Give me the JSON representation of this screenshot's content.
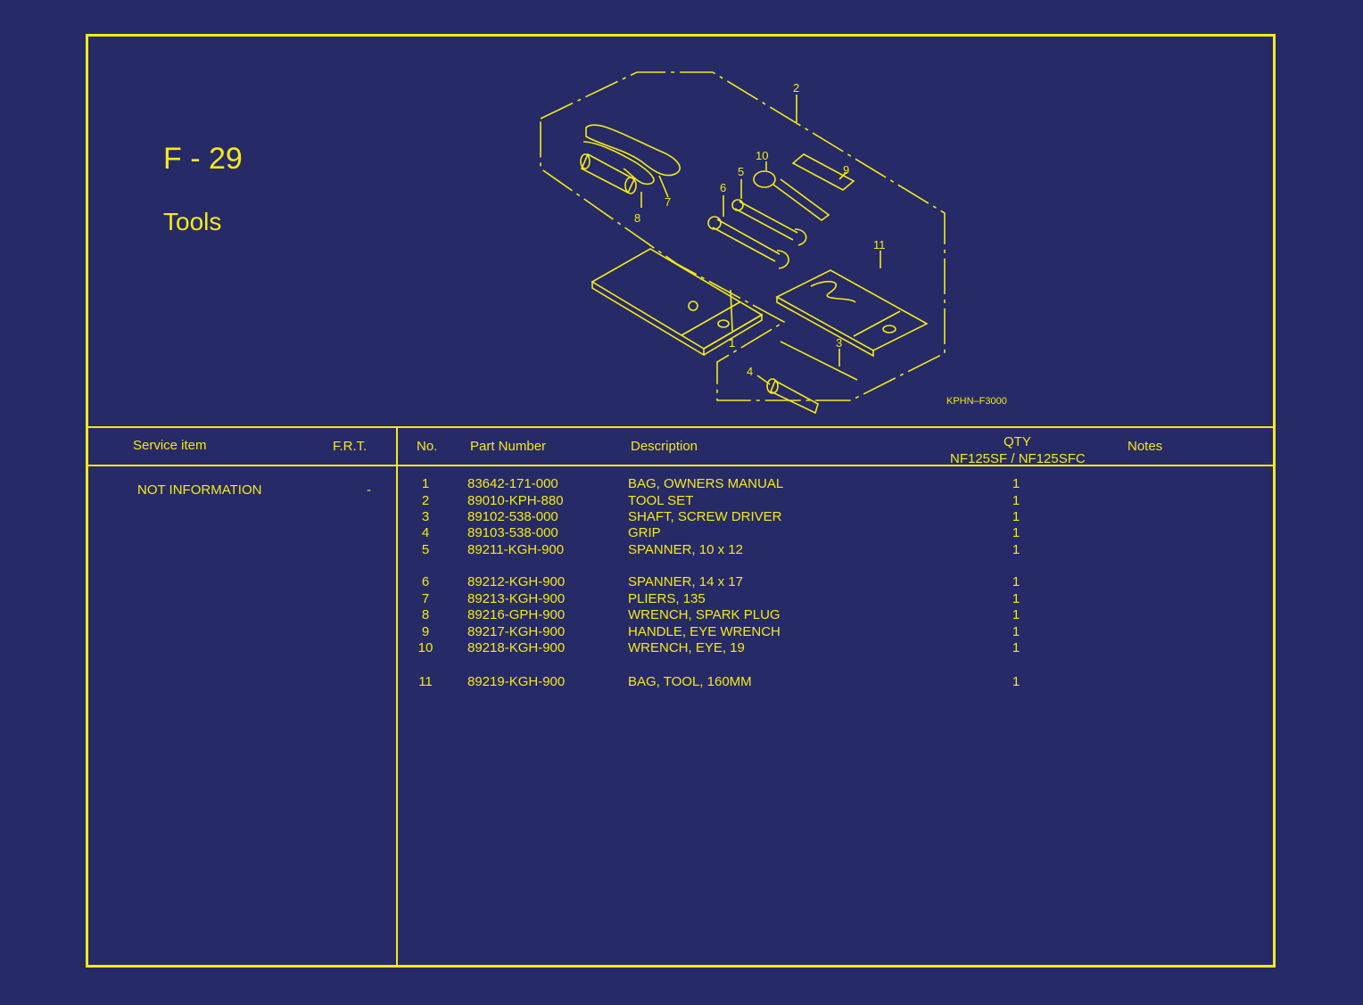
{
  "header": {
    "code": "F - 29",
    "title": "Tools",
    "diagram_ref": "KPHN–F3000"
  },
  "diagram_callouts": [
    "1",
    "2",
    "3",
    "4",
    "5",
    "6",
    "7",
    "8",
    "9",
    "10",
    "11"
  ],
  "table": {
    "columns": {
      "service_item": "Service item",
      "frt": "F.R.T.",
      "no": "No.",
      "part_number": "Part Number",
      "description": "Description",
      "qty": "QTY",
      "qty_models": "NF125SF / NF125SFC",
      "notes": "Notes"
    },
    "service": {
      "item": "NOT INFORMATION",
      "frt": "-"
    },
    "rows": [
      {
        "no": "1",
        "part_number": "83642-171-000",
        "description": "BAG, OWNERS MANUAL",
        "qty": "1"
      },
      {
        "no": "2",
        "part_number": "89010-KPH-880",
        "description": "TOOL SET",
        "qty": "1"
      },
      {
        "no": "3",
        "part_number": "89102-538-000",
        "description": "SHAFT, SCREW DRIVER",
        "qty": "1"
      },
      {
        "no": "4",
        "part_number": "89103-538-000",
        "description": "GRIP",
        "qty": "1"
      },
      {
        "no": "5",
        "part_number": "89211-KGH-900",
        "description": "SPANNER, 10 x 12",
        "qty": "1"
      },
      {
        "no": "6",
        "part_number": "89212-KGH-900",
        "description": "SPANNER, 14 x 17",
        "qty": "1"
      },
      {
        "no": "7",
        "part_number": "89213-KGH-900",
        "description": "PLIERS, 135",
        "qty": "1"
      },
      {
        "no": "8",
        "part_number": "89216-GPH-900",
        "description": "WRENCH, SPARK PLUG",
        "qty": "1"
      },
      {
        "no": "9",
        "part_number": "89217-KGH-900",
        "description": "HANDLE, EYE WRENCH",
        "qty": "1"
      },
      {
        "no": "10",
        "part_number": "89218-KGH-900",
        "description": "WRENCH, EYE, 19",
        "qty": "1"
      },
      {
        "no": "11",
        "part_number": "89219-KGH-900",
        "description": "BAG, TOOL, 160MM",
        "qty": "1"
      }
    ]
  },
  "colors": {
    "background": "#262a66",
    "line": "#f4ea1a"
  }
}
